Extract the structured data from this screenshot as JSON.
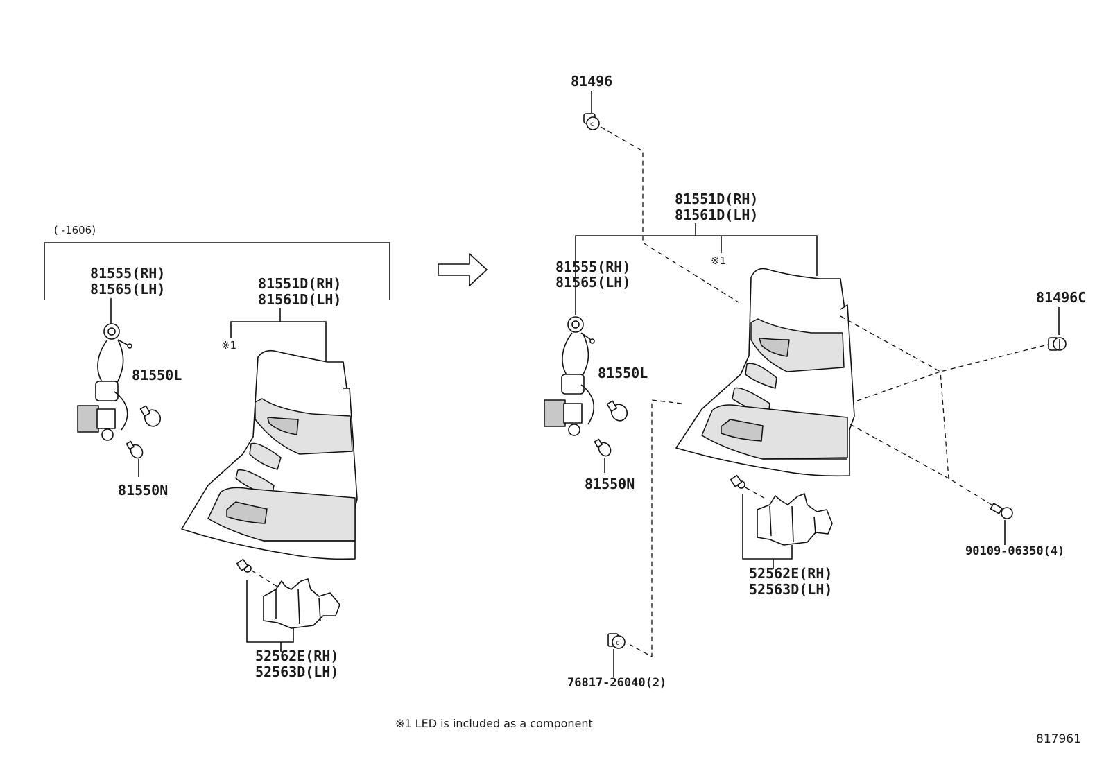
{
  "diagram": {
    "header_range": "(      -1606)",
    "transition_arrow": "arrow-right-icon",
    "old": {
      "part_81555_rh": "81555(RH)",
      "part_81565_lh": "81565(LH)",
      "part_81551d_rh": "81551D(RH)",
      "part_81561d_lh": "81561D(LH)",
      "note_marker": "※1",
      "part_81550l": "81550L",
      "part_81550n": "81550N",
      "part_52562e_rh": "52562E(RH)",
      "part_52563d_lh": "52563D(LH)"
    },
    "new": {
      "part_81496": "81496",
      "part_81551d_rh": "81551D(RH)",
      "part_81561d_lh": "81561D(LH)",
      "note_marker": "※1",
      "part_81555_rh": "81555(RH)",
      "part_81565_lh": "81565(LH)",
      "part_81550l": "81550L",
      "part_81550n": "81550N",
      "part_81496c": "81496C",
      "part_90109": "90109-06350(4)",
      "part_52562e_rh": "52562E(RH)",
      "part_52563d_lh": "52563D(LH)",
      "part_76817": "76817-26040(2)"
    },
    "footnote": "※1 LED is included as a component",
    "figure_number": "817961"
  }
}
